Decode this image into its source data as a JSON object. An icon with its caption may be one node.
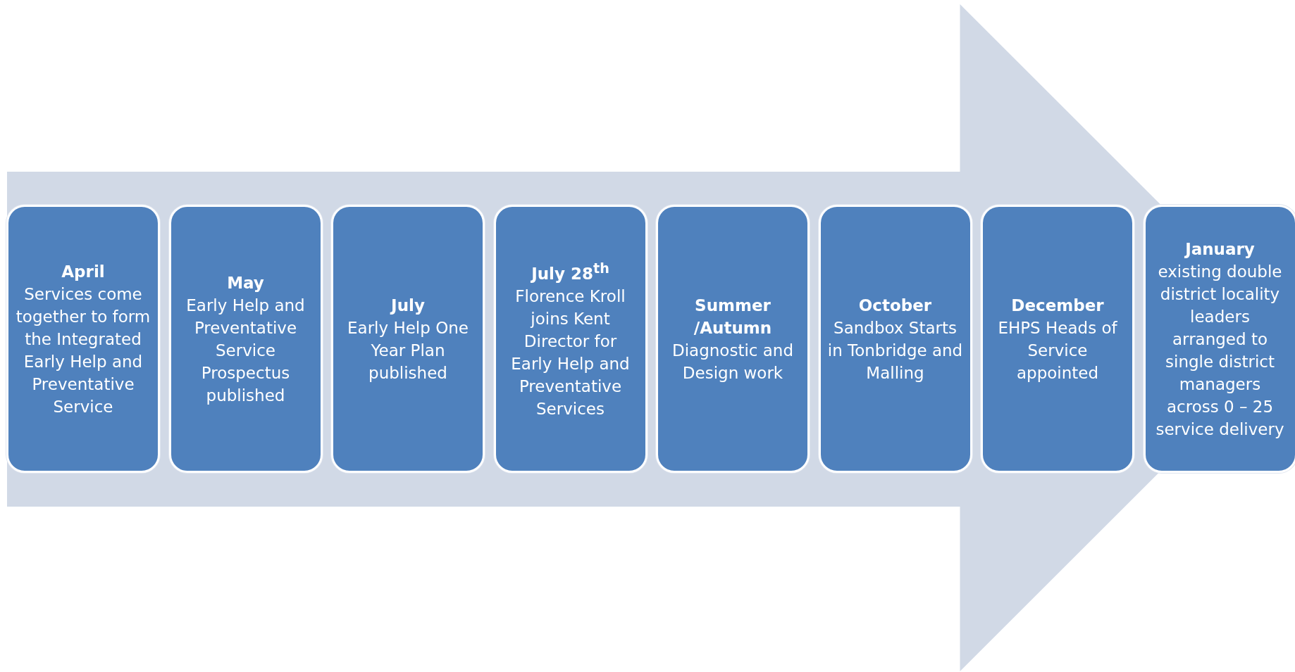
{
  "diagram": {
    "nodes": [
      {
        "text": [
          "April",
          "Services come together to form the Integrated Early Help and Preventative Service"
        ]
      },
      {
        "text": [
          "May",
          "Early Help and Preventative Service Prospectus published"
        ]
      },
      {
        "text": [
          "July",
          "Early Help One Year Plan published"
        ]
      },
      {
        "text": [
          "July 28$^{th}$",
          "Florence Kroll joins Kent Director for Early Help and Preventative Services"
        ]
      },
      {
        "text": [
          "Summer /Autumn",
          "Diagnostic and Design work"
        ]
      },
      {
        "text": [
          "October",
          "Sandbox Starts in Tonbridge and Malling"
        ]
      },
      {
        "text": [
          "December",
          "EHPS Heads of Service appointed"
        ]
      },
      {
        "text": [
          "January",
          "existing double district locality leaders arranged to single district managers across 0 – 25 service delivery"
        ]
      }
    ],
    "edges": [
      {
        "from": 0,
        "to": 7,
        "arrow": "to"
      }
    ]
  }
}
